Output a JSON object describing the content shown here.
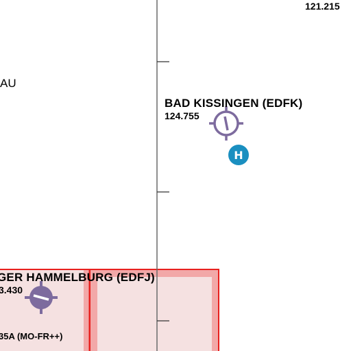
{
  "map": {
    "colors": {
      "airspace_border": "#e8201e",
      "airspace_fill": "#f5e1e1",
      "airspace_inner_band": "#f2a8a8",
      "airport_symbol": "#7d6b9e",
      "heliport": "#1a8fc0",
      "meridian": "#6a6a6a"
    },
    "labels": {
      "top_right_freq": "121.215",
      "left_partial": "AU",
      "kissingen_name": "BAD KISSINGEN (EDFK)",
      "kissingen_freq": "124.755",
      "heliport_letter": "H",
      "hammelburg_name": "GER HAMMELBURG (EDFJ)",
      "hammelburg_freq": "3.430",
      "hammelburg_extra": "35A (MO-FR++)"
    },
    "icons": {
      "kissingen": "airfield-icon",
      "hammelburg": "airfield-icon",
      "heliport": "heliport-icon"
    }
  }
}
